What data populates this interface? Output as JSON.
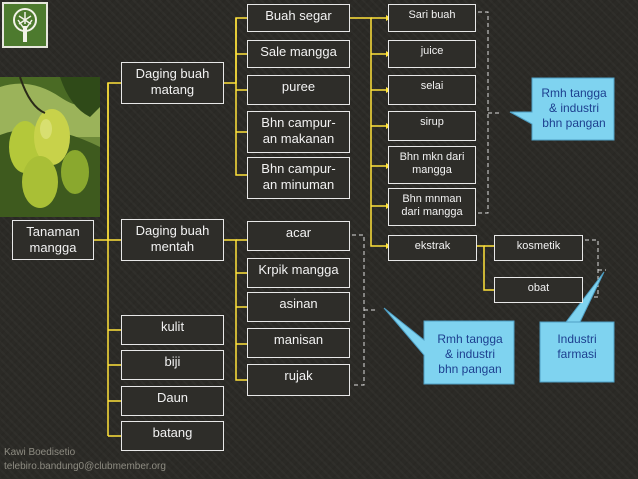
{
  "root": {
    "label": "Tanaman\nmangga"
  },
  "level1": [
    {
      "id": "matang",
      "label": "Daging buah\nmatang"
    },
    {
      "id": "mentah",
      "label": "Daging buah\nmentah"
    },
    {
      "id": "kulit",
      "label": "kulit"
    },
    {
      "id": "biji",
      "label": "biji"
    },
    {
      "id": "daun",
      "label": "Daun"
    },
    {
      "id": "batang",
      "label": "batang"
    }
  ],
  "matang_products": [
    "Buah segar",
    "Sale mangga",
    "puree",
    "Bhn campur-\nan makanan",
    "Bhn campur-\nan minuman"
  ],
  "mentah_products": [
    "acar",
    "Krpik mangga",
    "asinan",
    "manisan",
    "rujak"
  ],
  "right_products": [
    "Sari buah",
    "juice",
    "selai",
    "sirup",
    "Bhn mkn dari\nmangga",
    "Bhn mnman\ndari mangga",
    "ekstrak"
  ],
  "ekstrak_products": [
    "kosmetik",
    "obat"
  ],
  "callouts": [
    {
      "id": "callout-rmh-top",
      "text": "Rmh tangga\n& industri\nbhn pangan"
    },
    {
      "id": "callout-rmh-bottom",
      "text": "Rmh tangga\n& industri\nbhn pangan"
    },
    {
      "id": "callout-farmasi",
      "text": "Industri\nfarmasi"
    }
  ],
  "credit": {
    "name": "Kawi Boedisetio",
    "email": "telebiro.bandung0@clubmember.org"
  },
  "colors": {
    "callout_fill": "#7fd3f0",
    "box_border": "#e8e8e8",
    "background": "#2b2a26"
  }
}
